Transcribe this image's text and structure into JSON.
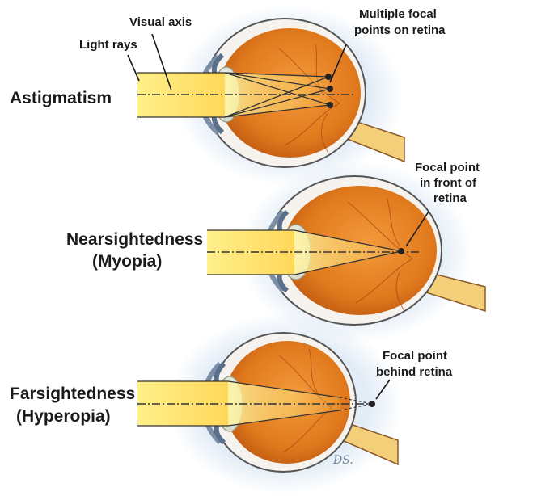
{
  "labels": {
    "visual_axis": "Visual axis",
    "light_rays": "Light rays",
    "multiple_focal_1": "Multiple focal",
    "multiple_focal_2": "points on retina",
    "astigmatism": "Astigmatism",
    "focal_front_1": "Focal point",
    "focal_front_2": "in front of",
    "focal_front_3": "retina",
    "nearsighted_1": "Nearsightedness",
    "nearsighted_2": "(Myopia)",
    "focal_behind_1": "Focal point",
    "focal_behind_2": "behind retina",
    "farsighted_1": "Farsightedness",
    "farsighted_2": "(Hyperopia)",
    "signature": "DS."
  },
  "colors": {
    "light_beam": "#fff176",
    "eye_interior": "#e0791c",
    "sclera": "#f6f2ee",
    "glow": "#c9dcef",
    "lens": "#e9ebe2",
    "optic_nerve": "#f3cf7a",
    "ray_line": "#333333"
  }
}
